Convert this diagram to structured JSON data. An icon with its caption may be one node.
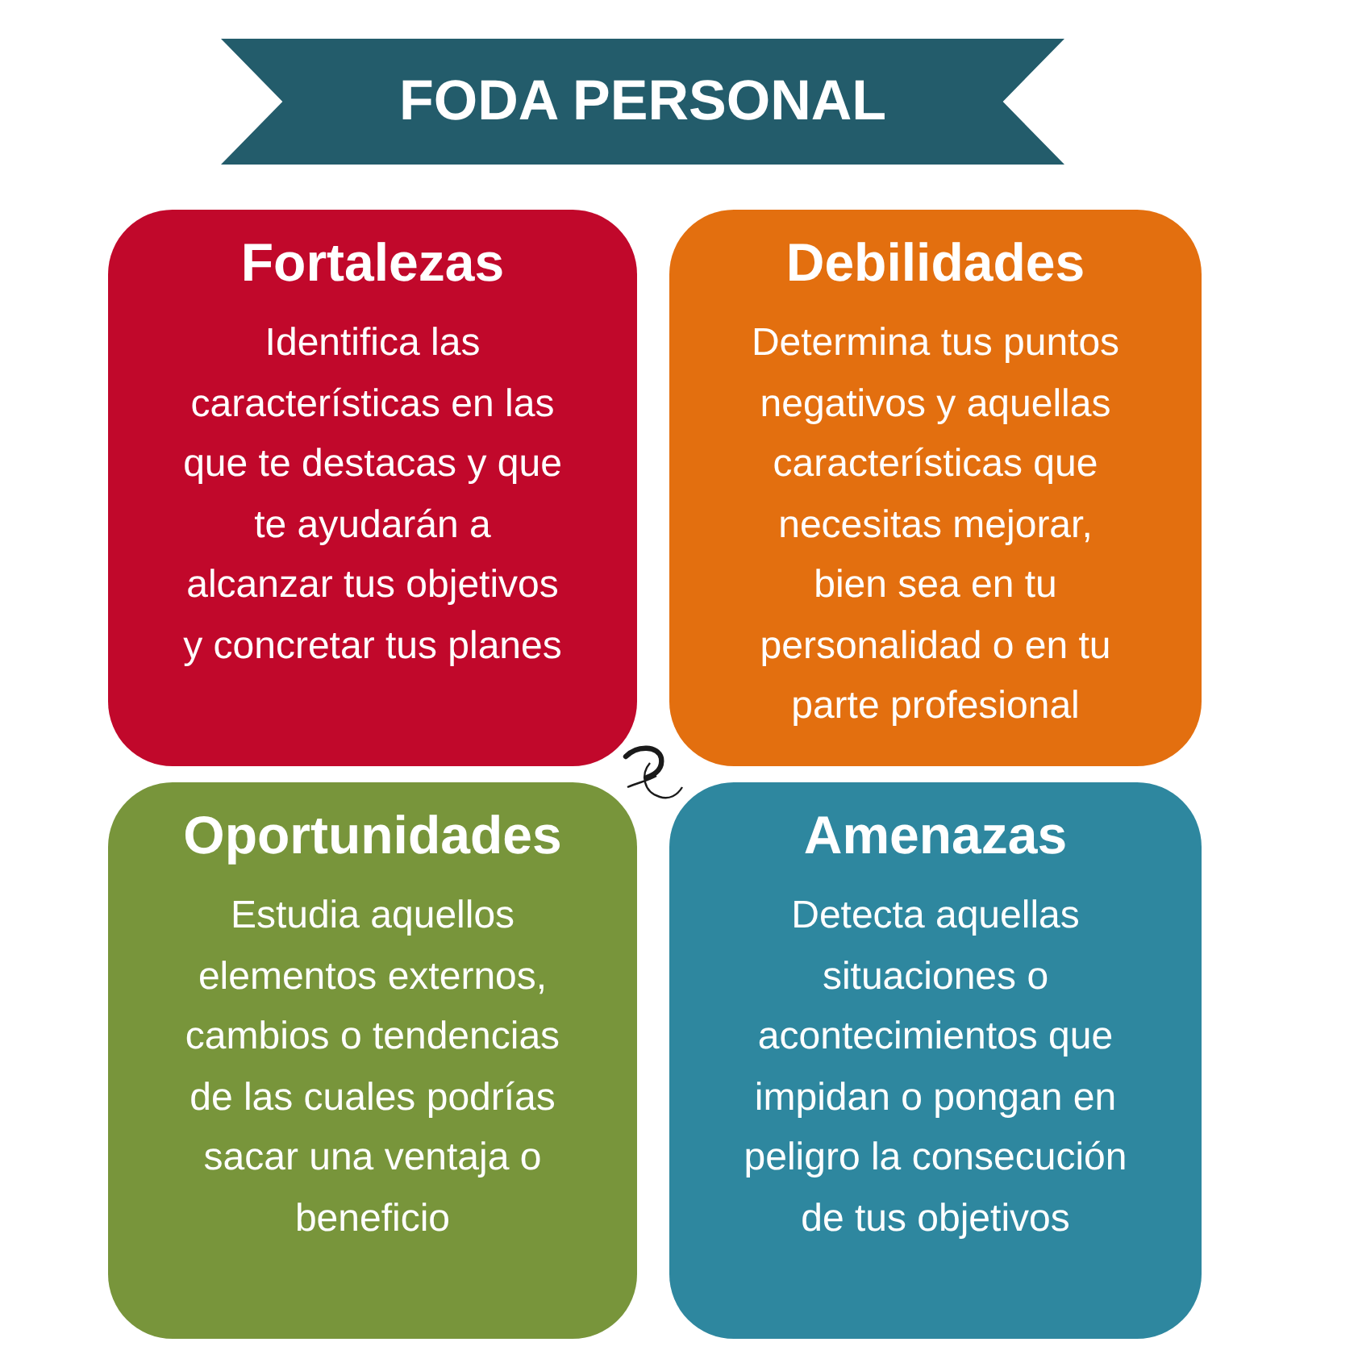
{
  "diagram": {
    "title": "FODA PERSONAL",
    "nodes": [
      {
        "text": [
          "Fortalezas",
          "Identifica las características en las que te destacas y que te ayudarán a alcanzar tus objetivos y concretar tus planes"
        ]
      },
      {
        "text": [
          "Debilidades",
          "Determina tus puntos negativos y aquellas características que necesitas mejorar, bien sea en tu personalidad o en tu parte profesional"
        ]
      },
      {
        "text": [
          "Oportunidades",
          "Estudia aquellos elementos externos, cambios o tendencias de las cuales podrías sacar una ventaja o beneficio"
        ]
      },
      {
        "text": [
          "Amenazas",
          "Detecta aquellas situaciones o acontecimientos que impidan o pongan en peligro la consecución de tus objetivos"
        ]
      }
    ]
  }
}
